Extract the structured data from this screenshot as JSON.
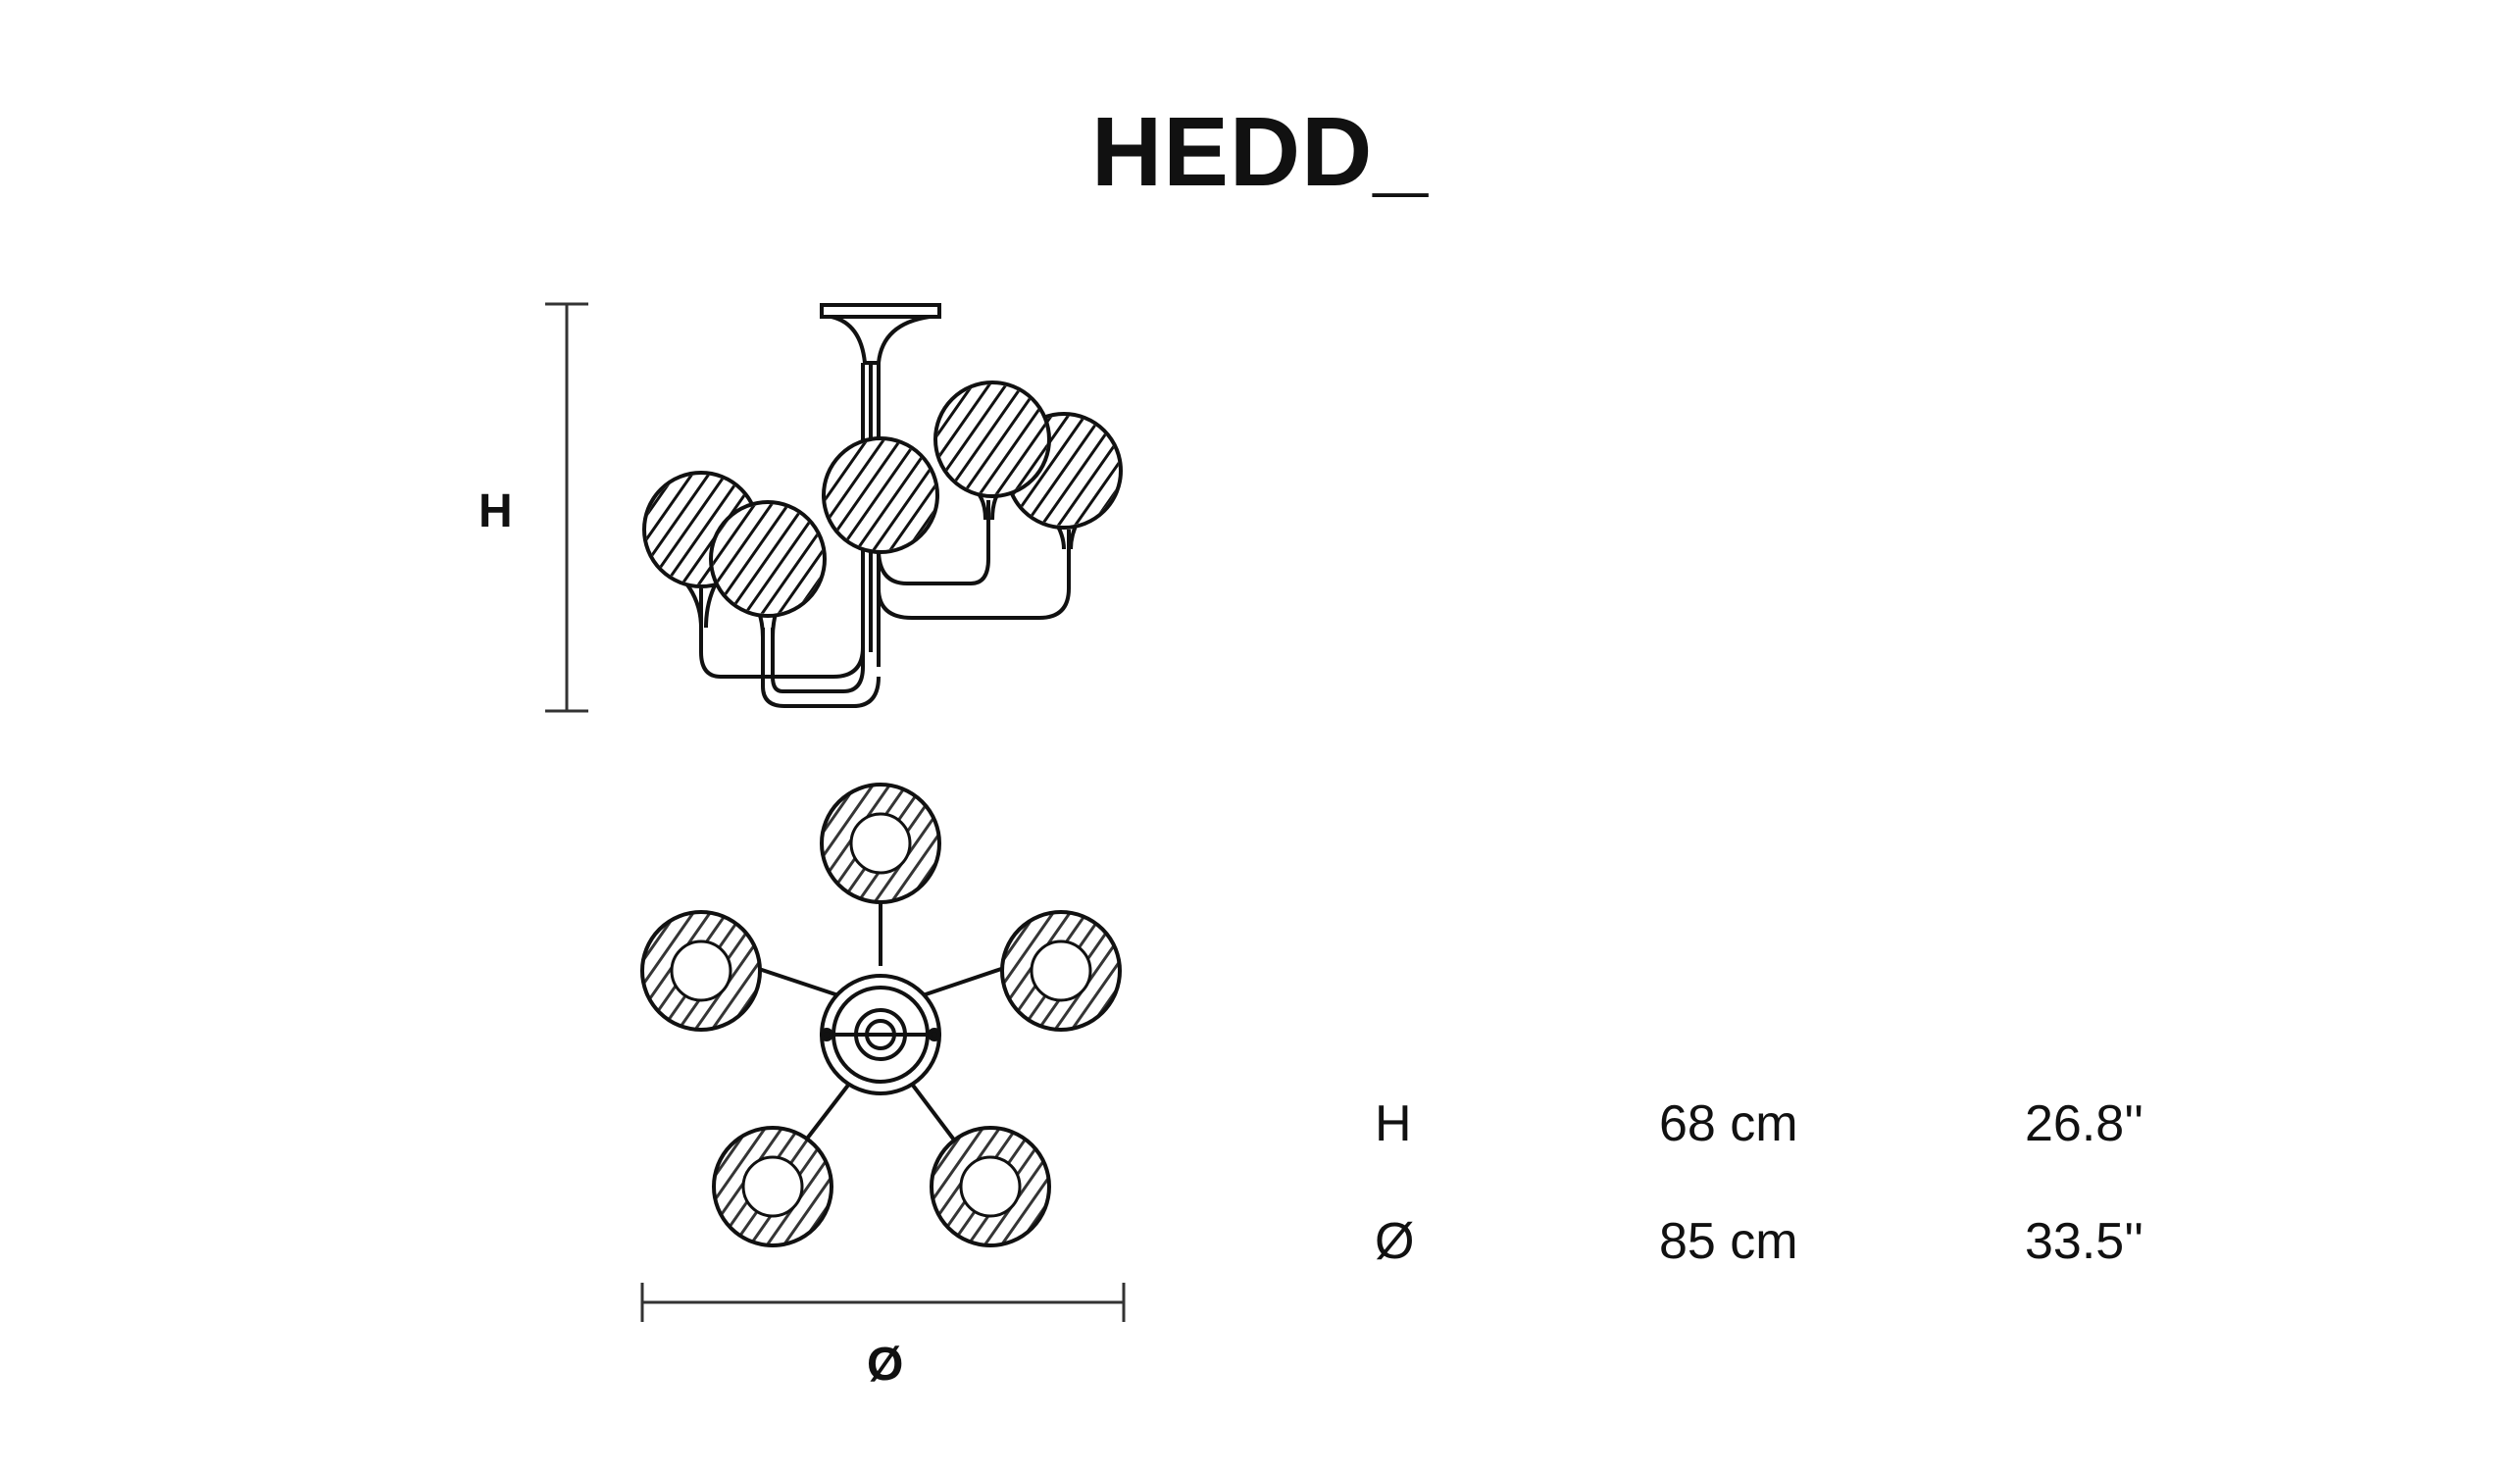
{
  "title": "HEDD_",
  "side_view": {
    "dim_label": "H"
  },
  "top_view": {
    "dim_label": "Ø"
  },
  "specs": [
    {
      "symbol": "H",
      "metric": "68 cm",
      "imperial": "26.8''"
    },
    {
      "symbol": "Ø",
      "metric": "85 cm",
      "imperial": "33.5''"
    }
  ]
}
